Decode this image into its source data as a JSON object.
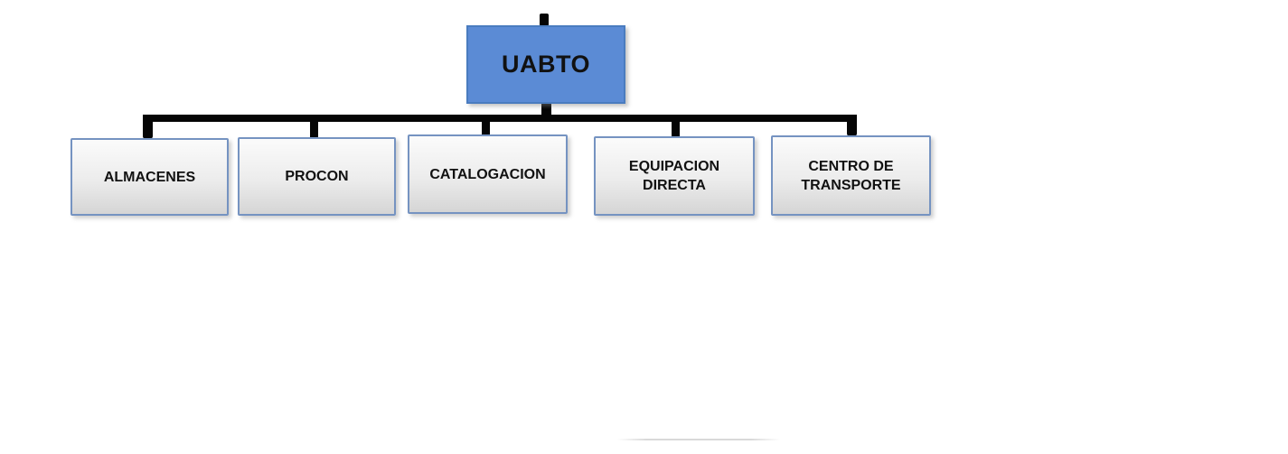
{
  "diagram": {
    "type": "org-chart",
    "root": {
      "label": "UABTO"
    },
    "children": [
      {
        "label": "ALMACENES"
      },
      {
        "label": "PROCON"
      },
      {
        "label": "CATALOGACION"
      },
      {
        "label": "EQUIPACION DIRECTA"
      },
      {
        "label": "CENTRO DE TRANSPORTE"
      }
    ],
    "colors": {
      "root_fill": "#5b8bd5",
      "root_border": "#4a7cbf",
      "child_border": "#7593c1",
      "child_fill_top": "#fbfbfb",
      "child_fill_bottom": "#d5d5d5",
      "connector": "#050505",
      "text": "#111111"
    }
  }
}
